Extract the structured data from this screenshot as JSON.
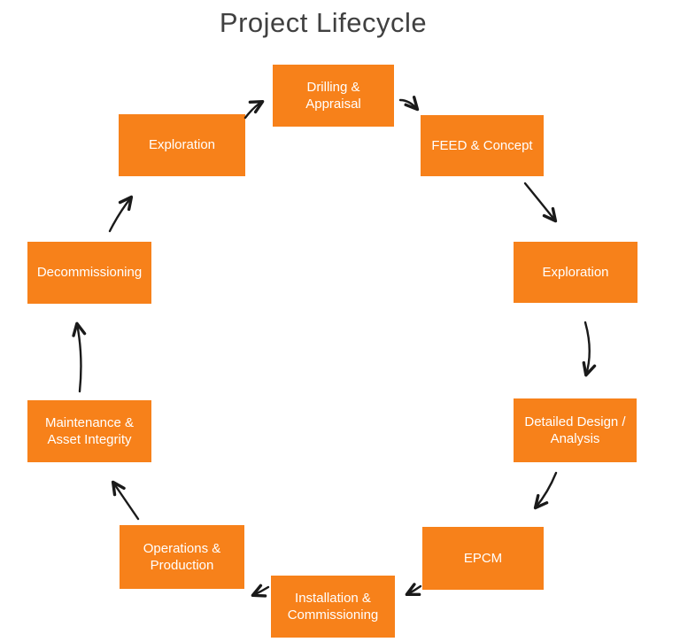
{
  "title": "Project Lifecycle",
  "colors": {
    "box_fill": "#F7811A",
    "box_text": "#FFFFFF",
    "title_text": "#404040",
    "arrow": "#1A1A1A",
    "background": "#FFFFFF"
  },
  "nodes": [
    {
      "id": "drilling-appraisal",
      "label": "Drilling & Appraisal"
    },
    {
      "id": "feed-concept",
      "label": "FEED & Concept"
    },
    {
      "id": "exploration-right",
      "label": "Exploration"
    },
    {
      "id": "detailed-design-analysis",
      "label": "Detailed Design / Analysis"
    },
    {
      "id": "epcm",
      "label": "EPCM"
    },
    {
      "id": "installation-commissioning",
      "label": "Installation & Commissioning"
    },
    {
      "id": "operations-production",
      "label": "Operations & Production"
    },
    {
      "id": "maintenance-asset-integrity",
      "label": "Maintenance & Asset Integrity"
    },
    {
      "id": "decommissioning",
      "label": "Decommissioning"
    },
    {
      "id": "exploration-top-left",
      "label": "Exploration"
    }
  ]
}
